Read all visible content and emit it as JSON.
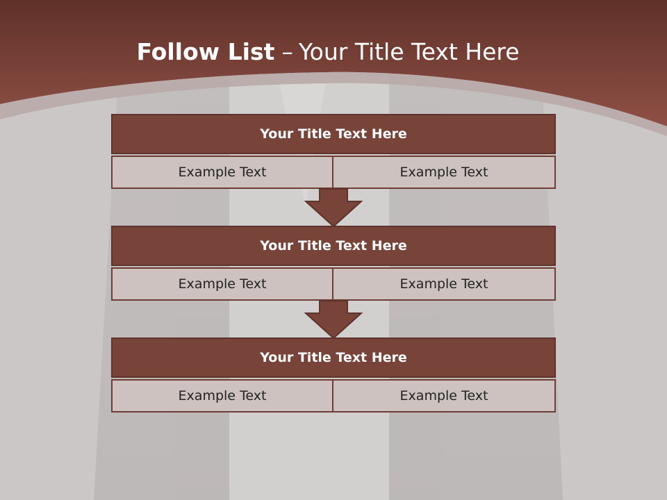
{
  "title": {
    "bold": "Follow List",
    "dash": "–",
    "rest": "Your Title Text Here"
  },
  "blocks": [
    {
      "title": "Your Title Text Here",
      "left": "Example Text",
      "right": "Example Text"
    },
    {
      "title": "Your Title Text Here",
      "left": "Example Text",
      "right": "Example Text"
    },
    {
      "title": "Your Title Text Here",
      "left": "Example Text",
      "right": "Example Text"
    }
  ],
  "colors": {
    "header_band": "#7a3f36",
    "block_title": "#784339",
    "cell_fill": "#cdc2c0",
    "slide_background": "#cbc7c7"
  },
  "icons": [
    "down-arrow-icon",
    "down-arrow-icon"
  ]
}
